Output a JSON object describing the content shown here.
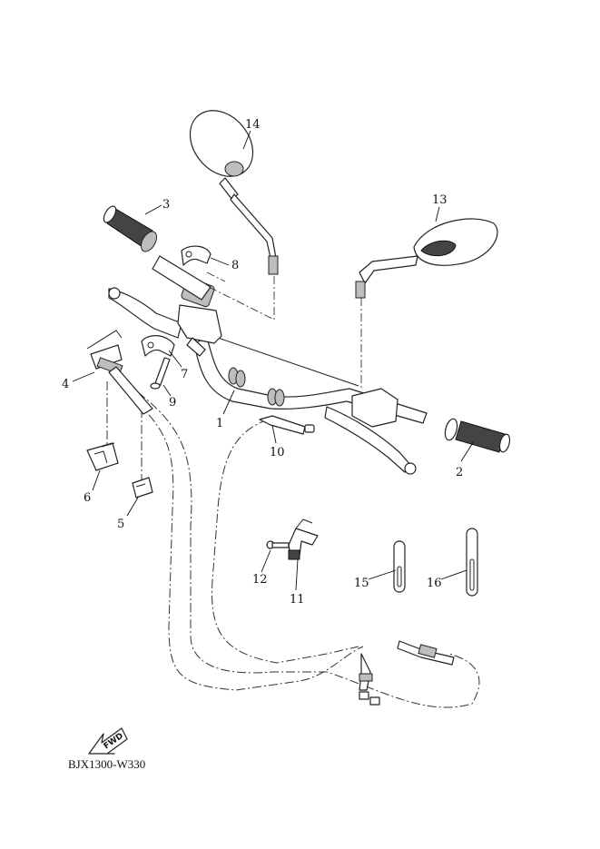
{
  "diagram": {
    "drawing_code": "BJX1300-W330",
    "direction_label": "FWD",
    "callouts": [
      "1",
      "2",
      "3",
      "4",
      "5",
      "6",
      "7",
      "8",
      "9",
      "10",
      "11",
      "12",
      "13",
      "14",
      "15",
      "16"
    ]
  }
}
